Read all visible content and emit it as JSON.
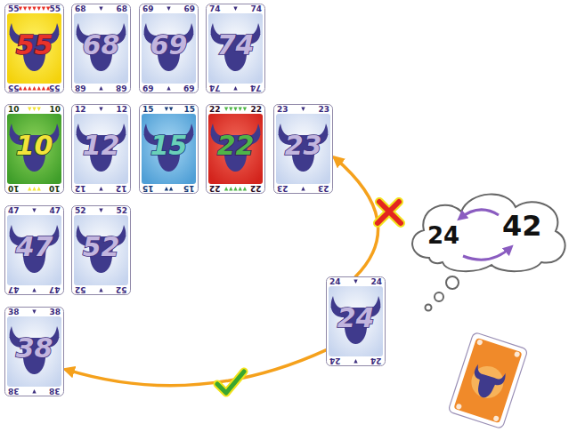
{
  "diagram": {
    "nodes": [
      {
        "text": [
          "55",
          "55",
          "55",
          "55",
          "55"
        ]
      },
      {
        "text": [
          "68",
          "68",
          "68",
          "68",
          "68"
        ]
      },
      {
        "text": [
          "69",
          "69",
          "69",
          "69",
          "69"
        ]
      },
      {
        "text": [
          "74",
          "74",
          "74",
          "74",
          "74"
        ]
      },
      {
        "text": [
          "10",
          "10",
          "10",
          "10",
          "10"
        ]
      },
      {
        "text": [
          "12",
          "12",
          "12",
          "12",
          "12"
        ]
      },
      {
        "text": [
          "15",
          "15",
          "15",
          "15",
          "15"
        ]
      },
      {
        "text": [
          "22",
          "22",
          "22",
          "22",
          "22"
        ]
      },
      {
        "text": [
          "23",
          "23",
          "23",
          "23",
          "23"
        ]
      },
      {
        "text": [
          "47",
          "47",
          "47",
          "47",
          "47"
        ]
      },
      {
        "text": [
          "52",
          "52",
          "52",
          "52",
          "52"
        ]
      },
      {
        "text": [
          "38",
          "38",
          "38",
          "38",
          "38"
        ]
      },
      {
        "text": [
          "24",
          "24",
          "24",
          "24",
          "24"
        ]
      },
      {
        "text": [
          "24",
          "42"
        ]
      }
    ],
    "edges": [
      {
        "from": 12,
        "to": 8,
        "arrow": "to"
      },
      {
        "from": 12,
        "to": 11,
        "arrow": "to"
      }
    ]
  }
}
